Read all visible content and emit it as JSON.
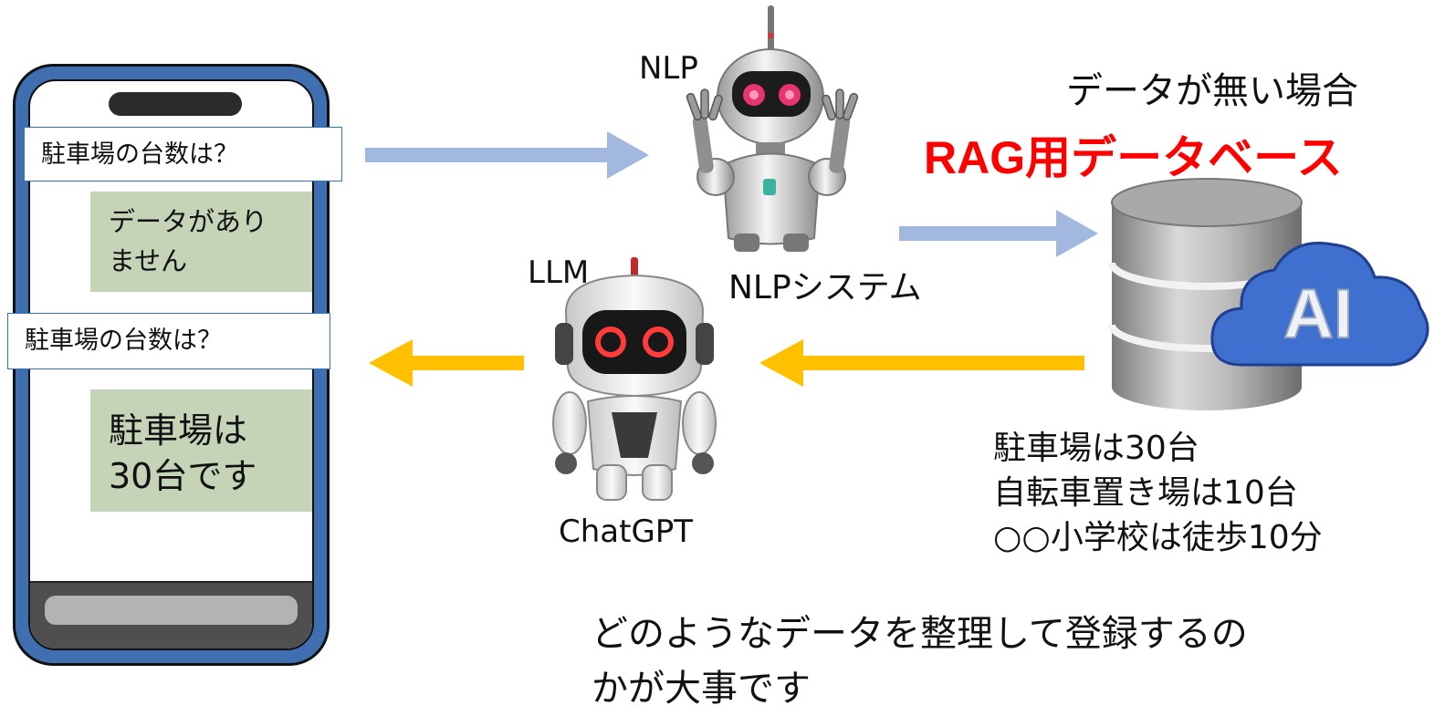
{
  "phone": {
    "question_1": "駐車場の台数は？",
    "answer_1_line_1": "データがあり",
    "answer_1_line_2": "ません",
    "question_2": "駐車場の台数は？",
    "answer_2_line_1": "駐車場は",
    "answer_2_line_2": "30台です"
  },
  "nlp": {
    "top_label": "NLP",
    "bottom_label": "NLPシステム"
  },
  "llm": {
    "top_label": "LLM",
    "bottom_label": "ChatGPT"
  },
  "database": {
    "caption": "データが無い場合",
    "title": "RAG用データベース",
    "cloud_label": "AI",
    "entries": [
      "駐車場は30台",
      "自転車置き場は10台",
      "○○小学校は徒歩10分"
    ]
  },
  "footer": {
    "line_1": "どのようなデータを整理して登録するの",
    "line_2": "かが大事です"
  },
  "colors": {
    "phone_frame": "#3f6fb1",
    "answer_bubble": "#c5d3b7",
    "question_border": "#2e75b6",
    "request_arrow": "#a3b8df",
    "response_arrow": "#ffc000",
    "rag_title": "#ff0000",
    "cloud": "#3f6fcf"
  },
  "icons": [
    "nlp-robot-icon",
    "llm-robot-icon",
    "database-cylinder-icon",
    "ai-cloud-icon"
  ]
}
